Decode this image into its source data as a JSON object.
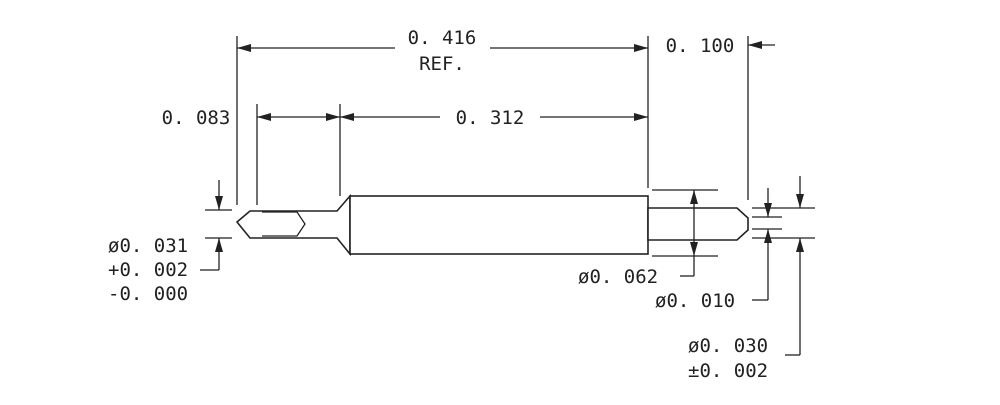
{
  "dimensions": {
    "overall_length": "0. 416",
    "overall_length_note": "REF.",
    "tail_length": "0. 100",
    "tip_length": "0. 083",
    "barrel_length": "0. 312",
    "tip_diameter": "ø0. 031",
    "tip_tol_plus": "+0. 002",
    "tip_tol_minus": "-0. 000",
    "barrel_diameter": "ø0. 062",
    "tail_tip_diameter": "ø0. 010",
    "tail_diameter": "ø0. 030",
    "tail_tol": "±0. 002"
  },
  "colors": {
    "line": "#222222",
    "background": "#ffffff"
  }
}
